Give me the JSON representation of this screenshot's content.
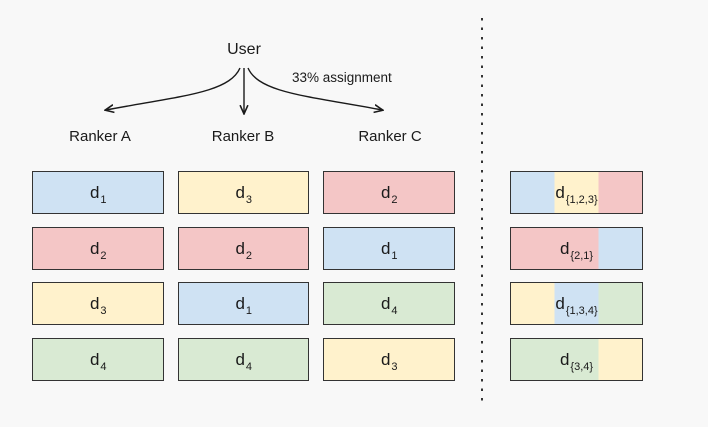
{
  "header": {
    "user_label": "User",
    "assignment_label": "33% assignment"
  },
  "colors": {
    "background": "#f8f8f8",
    "box_border": "#333333",
    "text": "#1a1a1a",
    "divider": "#333333",
    "docs": {
      "d1": "#cfe2f3",
      "d2": "#f4c6c6",
      "d3": "#fff2cc",
      "d4": "#d9ead3"
    }
  },
  "doc_labels": {
    "d1": {
      "base": "d",
      "sub": "1"
    },
    "d2": {
      "base": "d",
      "sub": "2"
    },
    "d3": {
      "base": "d",
      "sub": "3"
    },
    "d4": {
      "base": "d",
      "sub": "4"
    }
  },
  "rankers": [
    {
      "name": "Ranker A",
      "ranking": [
        "d1",
        "d2",
        "d3",
        "d4"
      ]
    },
    {
      "name": "Ranker B",
      "ranking": [
        "d3",
        "d2",
        "d1",
        "d4"
      ]
    },
    {
      "name": "Ranker C",
      "ranking": [
        "d2",
        "d1",
        "d4",
        "d3"
      ]
    }
  ],
  "combined_list": [
    {
      "base": "d",
      "sub": "{1,2,3}",
      "segments": [
        {
          "doc": "d1",
          "width": 1
        },
        {
          "doc": "d3",
          "width": 1
        },
        {
          "doc": "d2",
          "width": 1
        }
      ]
    },
    {
      "base": "d",
      "sub": "{2,1}",
      "segments": [
        {
          "doc": "d2",
          "width": 2
        },
        {
          "doc": "d1",
          "width": 1
        }
      ]
    },
    {
      "base": "d",
      "sub": "{1,3,4}",
      "segments": [
        {
          "doc": "d3",
          "width": 1
        },
        {
          "doc": "d1",
          "width": 1
        },
        {
          "doc": "d4",
          "width": 1
        }
      ]
    },
    {
      "base": "d",
      "sub": "{3,4}",
      "segments": [
        {
          "doc": "d4",
          "width": 2
        },
        {
          "doc": "d3",
          "width": 1
        }
      ]
    }
  ]
}
